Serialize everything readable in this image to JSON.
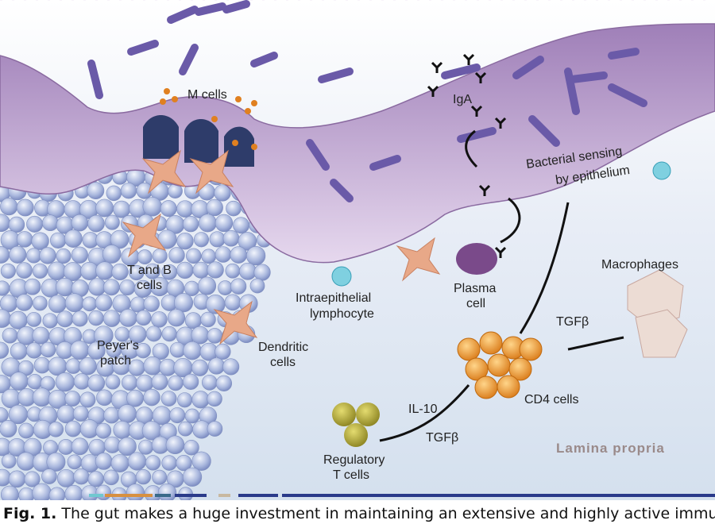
{
  "figure": {
    "labels": {
      "m_cells": "M cells",
      "iga": "IgA",
      "bacterial_sensing_1": "Bacterial sensing",
      "bacterial_sensing_2": "by epithelium",
      "t_and_b_1": "T and B",
      "t_and_b_2": "cells",
      "peyers_1": "Peyer's",
      "peyers_2": "patch",
      "dendritic_1": "Dendritic",
      "dendritic_2": "cells",
      "iel_1": "Intraepithelial",
      "iel_2": "lymphocyte",
      "plasma_1": "Plasma",
      "plasma_2": "cell",
      "macrophages": "Macrophages",
      "tgfb_macro": "TGFβ",
      "cd4": "CD4 cells",
      "il10": "IL-10",
      "tgfb_treg": "TGFβ",
      "treg_1": "Regulatory",
      "treg_2": "T cells",
      "lamina_propria": "Lamina propria"
    },
    "colors": {
      "epithelium": "#b79cc8",
      "bacteria": "#6a5aa8",
      "cd4": "#e8902a",
      "treg": "#a8a030",
      "dendritic": "#e8a888",
      "lumen": "#eef0fa",
      "lamina": "#dfe8f3"
    }
  },
  "caption": {
    "label": "Fig. 1.",
    "text": " The gut makes a huge investment in maintaining an extensive and highly active immune"
  }
}
